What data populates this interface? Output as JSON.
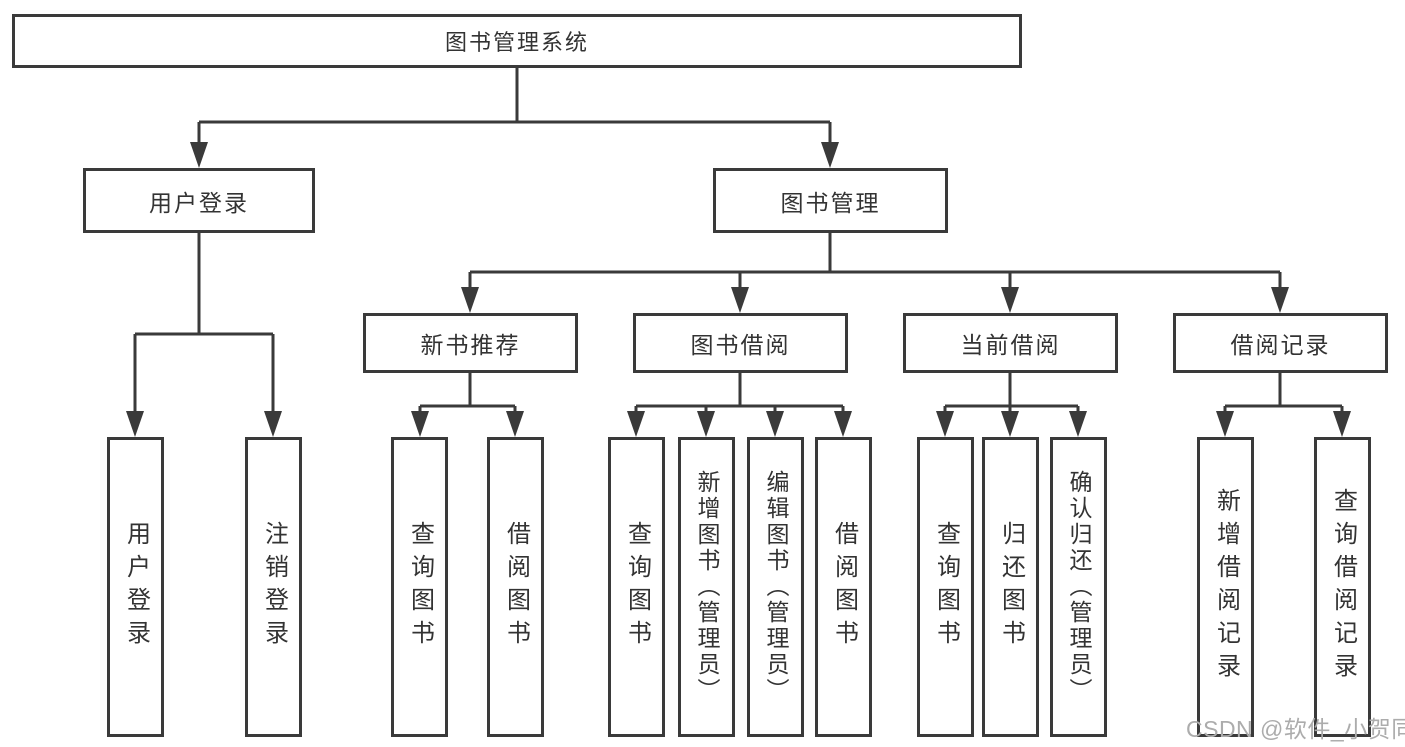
{
  "nodes": {
    "root": "图书管理系统",
    "level2": [
      "用户登录",
      "图书管理"
    ],
    "level3": [
      "新书推荐",
      "图书借阅",
      "当前借阅",
      "借阅记录"
    ],
    "leaves_user_login": [
      "用户登录",
      "注销登录"
    ],
    "leaves_new_book": [
      "查询图书",
      "借阅图书"
    ],
    "leaves_book_borrow": [
      "查询图书",
      "新增图书（管理员）",
      "编辑图书（管理员）",
      "借阅图书"
    ],
    "leaves_current_borrow": [
      "查询图书",
      "归还图书",
      "确认归还（管理员）"
    ],
    "leaves_borrow_records": [
      "新增借阅记录",
      "查询借阅记录"
    ]
  },
  "watermark": "CSDN @软件_小贺同学",
  "colors": {
    "line": "#3a3a3a",
    "text": "#333333",
    "watermark": "#acacac",
    "background": "#ffffff"
  }
}
